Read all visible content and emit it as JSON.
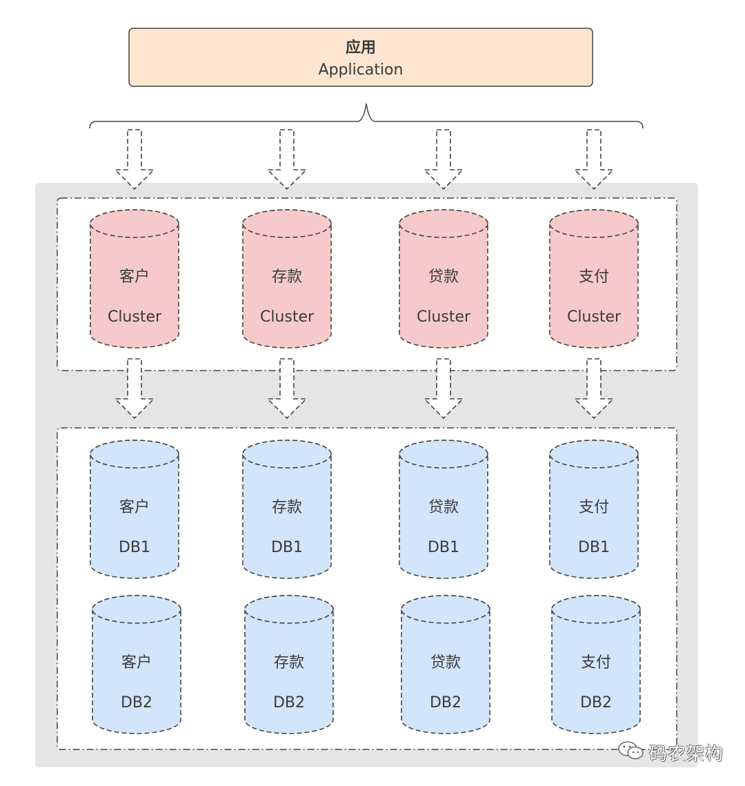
{
  "application": {
    "title_cn": "应用",
    "title_en": "Application",
    "fill": "#fce6d0"
  },
  "colors": {
    "panel_bg": "#e6e5e6",
    "cluster_fill": "#f6cacb",
    "db_fill": "#d3e5fa",
    "stroke": "#444444"
  },
  "columns": [
    {
      "name": "客户",
      "cluster": "Cluster",
      "db1": "DB1",
      "db2": "DB2"
    },
    {
      "name": "存款",
      "cluster": "Cluster",
      "db1": "DB1",
      "db2": "DB2"
    },
    {
      "name": "贷款",
      "cluster": "Cluster",
      "db1": "DB1",
      "db2": "DB2"
    },
    {
      "name": "支付",
      "cluster": "Cluster",
      "db1": "DB1",
      "db2": "DB2"
    }
  ],
  "watermark": {
    "icon": "wechat-icon",
    "text": "码农架构"
  }
}
